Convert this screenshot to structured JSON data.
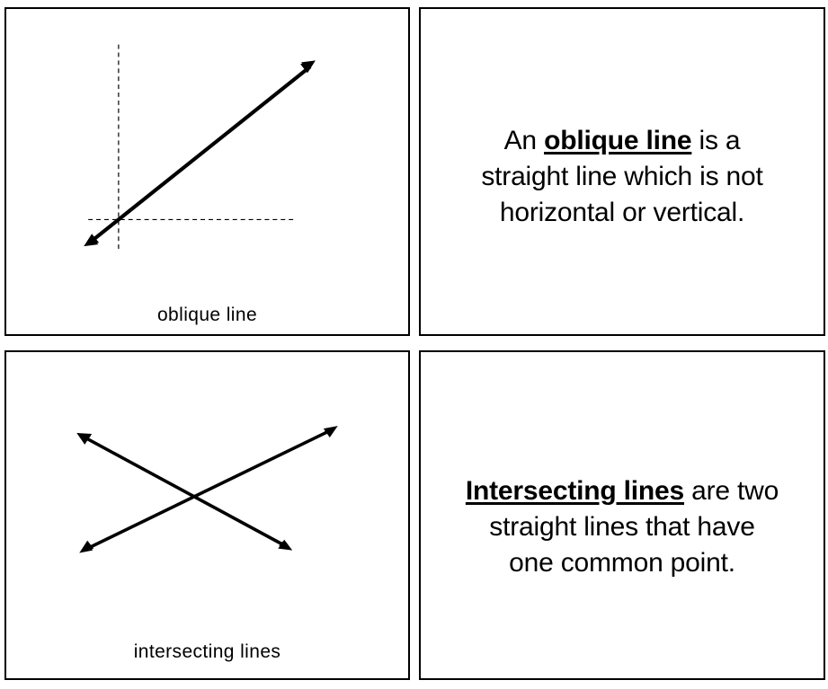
{
  "page": {
    "background_color": "#ffffff",
    "ink_color": "#000000",
    "card_border_color": "#000000",
    "title": "Geometry Nomenclature Cards"
  },
  "cards": [
    {
      "id": "picture-oblique",
      "kind": "picture",
      "label": "oblique line",
      "figure": "oblique-line-diagram",
      "figure_parts": {
        "axis_vertical": "vertical dashed reference line",
        "axis_horizontal": "horizontal dashed reference line",
        "ray": "double-headed oblique arrow rising left-to-right"
      }
    },
    {
      "id": "definition-oblique",
      "kind": "definition",
      "term": "oblique line",
      "text_before": "An ",
      "text_after": " is a straight line which is not horizontal or vertical.",
      "full_text": "An oblique line is a straight line which is not horizontal or vertical."
    },
    {
      "id": "picture-intersecting",
      "kind": "picture",
      "label": "intersecting lines",
      "figure": "intersecting-lines-diagram",
      "figure_parts": {
        "line_a": "double-headed arrow from upper-left to lower-right",
        "line_b": "double-headed arrow from lower-left to upper-right",
        "crossing": "single common point where the two lines cross"
      }
    },
    {
      "id": "definition-intersecting",
      "kind": "definition",
      "term": "Intersecting lines",
      "text_before": "",
      "text_after": " are two straight lines that have one common point.",
      "full_text": "Intersecting lines are two straight lines that have one common point."
    }
  ]
}
